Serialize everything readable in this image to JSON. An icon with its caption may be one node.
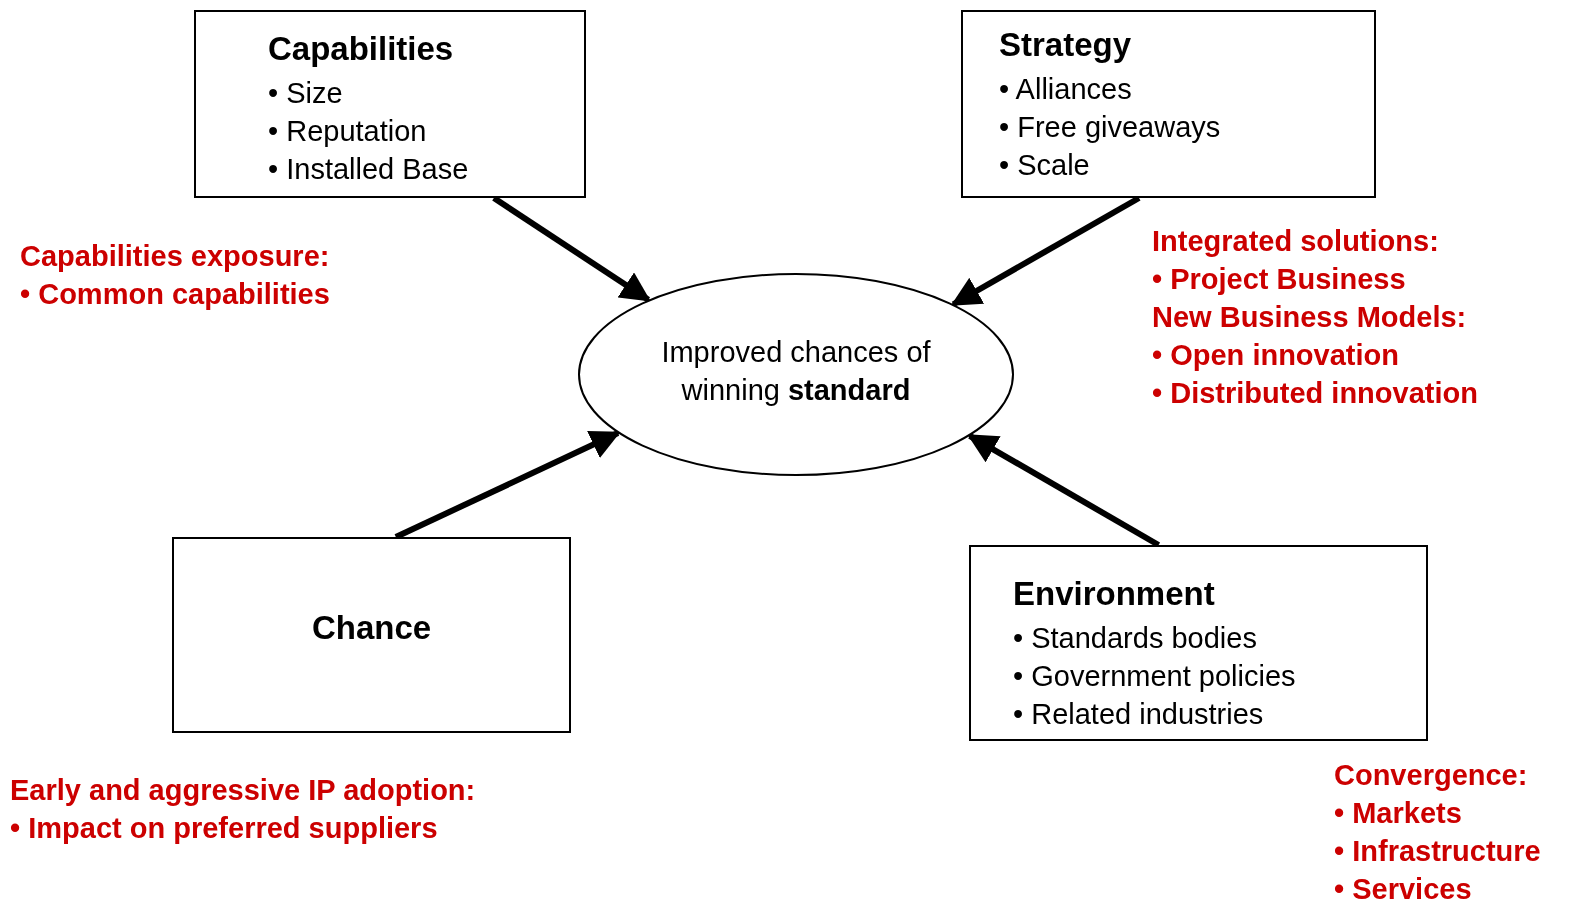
{
  "diagram": {
    "nodes": [
      {
        "text": [
          "Capabilities",
          "• Size",
          "• Reputation",
          "• Installed Base"
        ]
      },
      {
        "text": [
          "Strategy",
          "• Alliances",
          "• Free giveaways",
          "• Scale"
        ]
      },
      {
        "text": [
          "Improved chances of winning **standard**"
        ]
      },
      {
        "text": [
          "Chance"
        ]
      },
      {
        "text": [
          "Environment",
          "• Standards bodies",
          "• Government policies",
          "• Related industries"
        ]
      }
    ],
    "edges": [
      {
        "from": 0,
        "to": 2,
        "arrow": "to"
      },
      {
        "from": 1,
        "to": 2,
        "arrow": "to"
      },
      {
        "from": 3,
        "to": 2,
        "arrow": "to"
      },
      {
        "from": 4,
        "to": 2,
        "arrow": "to"
      }
    ],
    "labels": [
      "Capabilities exposure:",
      "• Common capabilities",
      "Integrated solutions:",
      "• Project Business",
      "New Business Models:",
      "• Open innovation",
      "• Distributed innovation",
      "Early and aggressive IP adoption:",
      "• Impact on preferred suppliers",
      "Convergence:",
      "• Markets",
      "• Infrastructure",
      "• Services"
    ]
  }
}
